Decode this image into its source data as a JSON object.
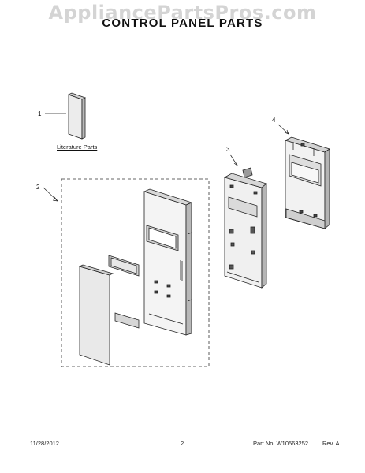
{
  "watermark": "AppliancePartsPros.com",
  "title": "CONTROL PANEL PARTS",
  "literature_label": "Literature Parts",
  "callouts": [
    "1",
    "2",
    "3",
    "4"
  ],
  "footer": {
    "date": "11/28/2012",
    "page": "2",
    "part": "Part No. W10563252",
    "rev": "Rev. A"
  }
}
